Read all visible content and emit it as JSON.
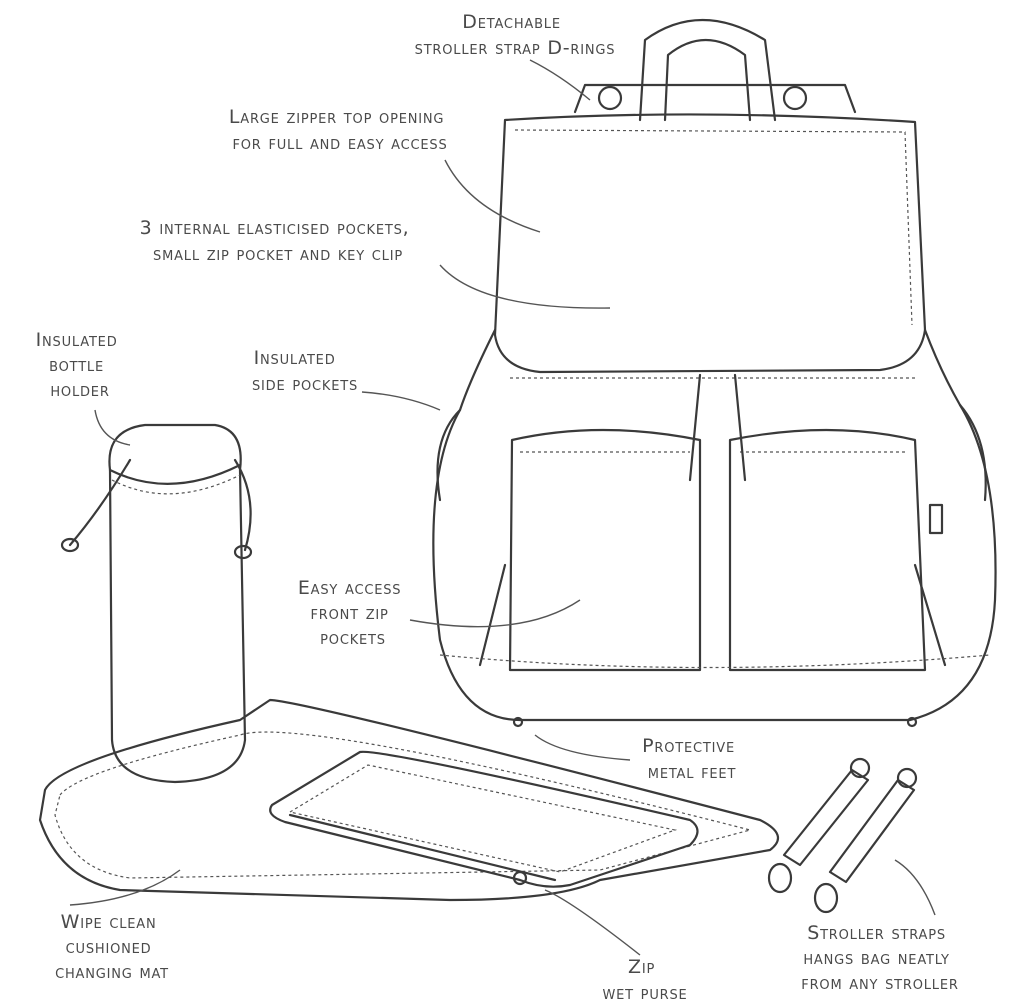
{
  "labels": {
    "d_rings": [
      "Detachable",
      "stroller strap D-rings"
    ],
    "top_opening": [
      "Large zipper top opening",
      "for full and easy access"
    ],
    "internal_pockets": [
      "3 internal elasticised pockets,",
      "small zip pocket and key clip"
    ],
    "bottle_holder": [
      "Insulated",
      "bottle",
      "holder"
    ],
    "side_pockets": [
      "Insulated",
      "side pockets"
    ],
    "front_pockets": [
      "Easy access",
      "front zip",
      "pockets"
    ],
    "metal_feet": [
      "Protective",
      "metal feet"
    ],
    "changing_mat": [
      "Wipe clean",
      "cushioned",
      "changing mat"
    ],
    "wet_purse": [
      "Zip",
      "wet purse"
    ],
    "stroller_straps": [
      "Stroller straps",
      "hangs bag neatly",
      "from any stroller"
    ]
  },
  "colors": {
    "line": "#3a3a3a",
    "text": "#4a4a4a",
    "background": "#ffffff"
  }
}
